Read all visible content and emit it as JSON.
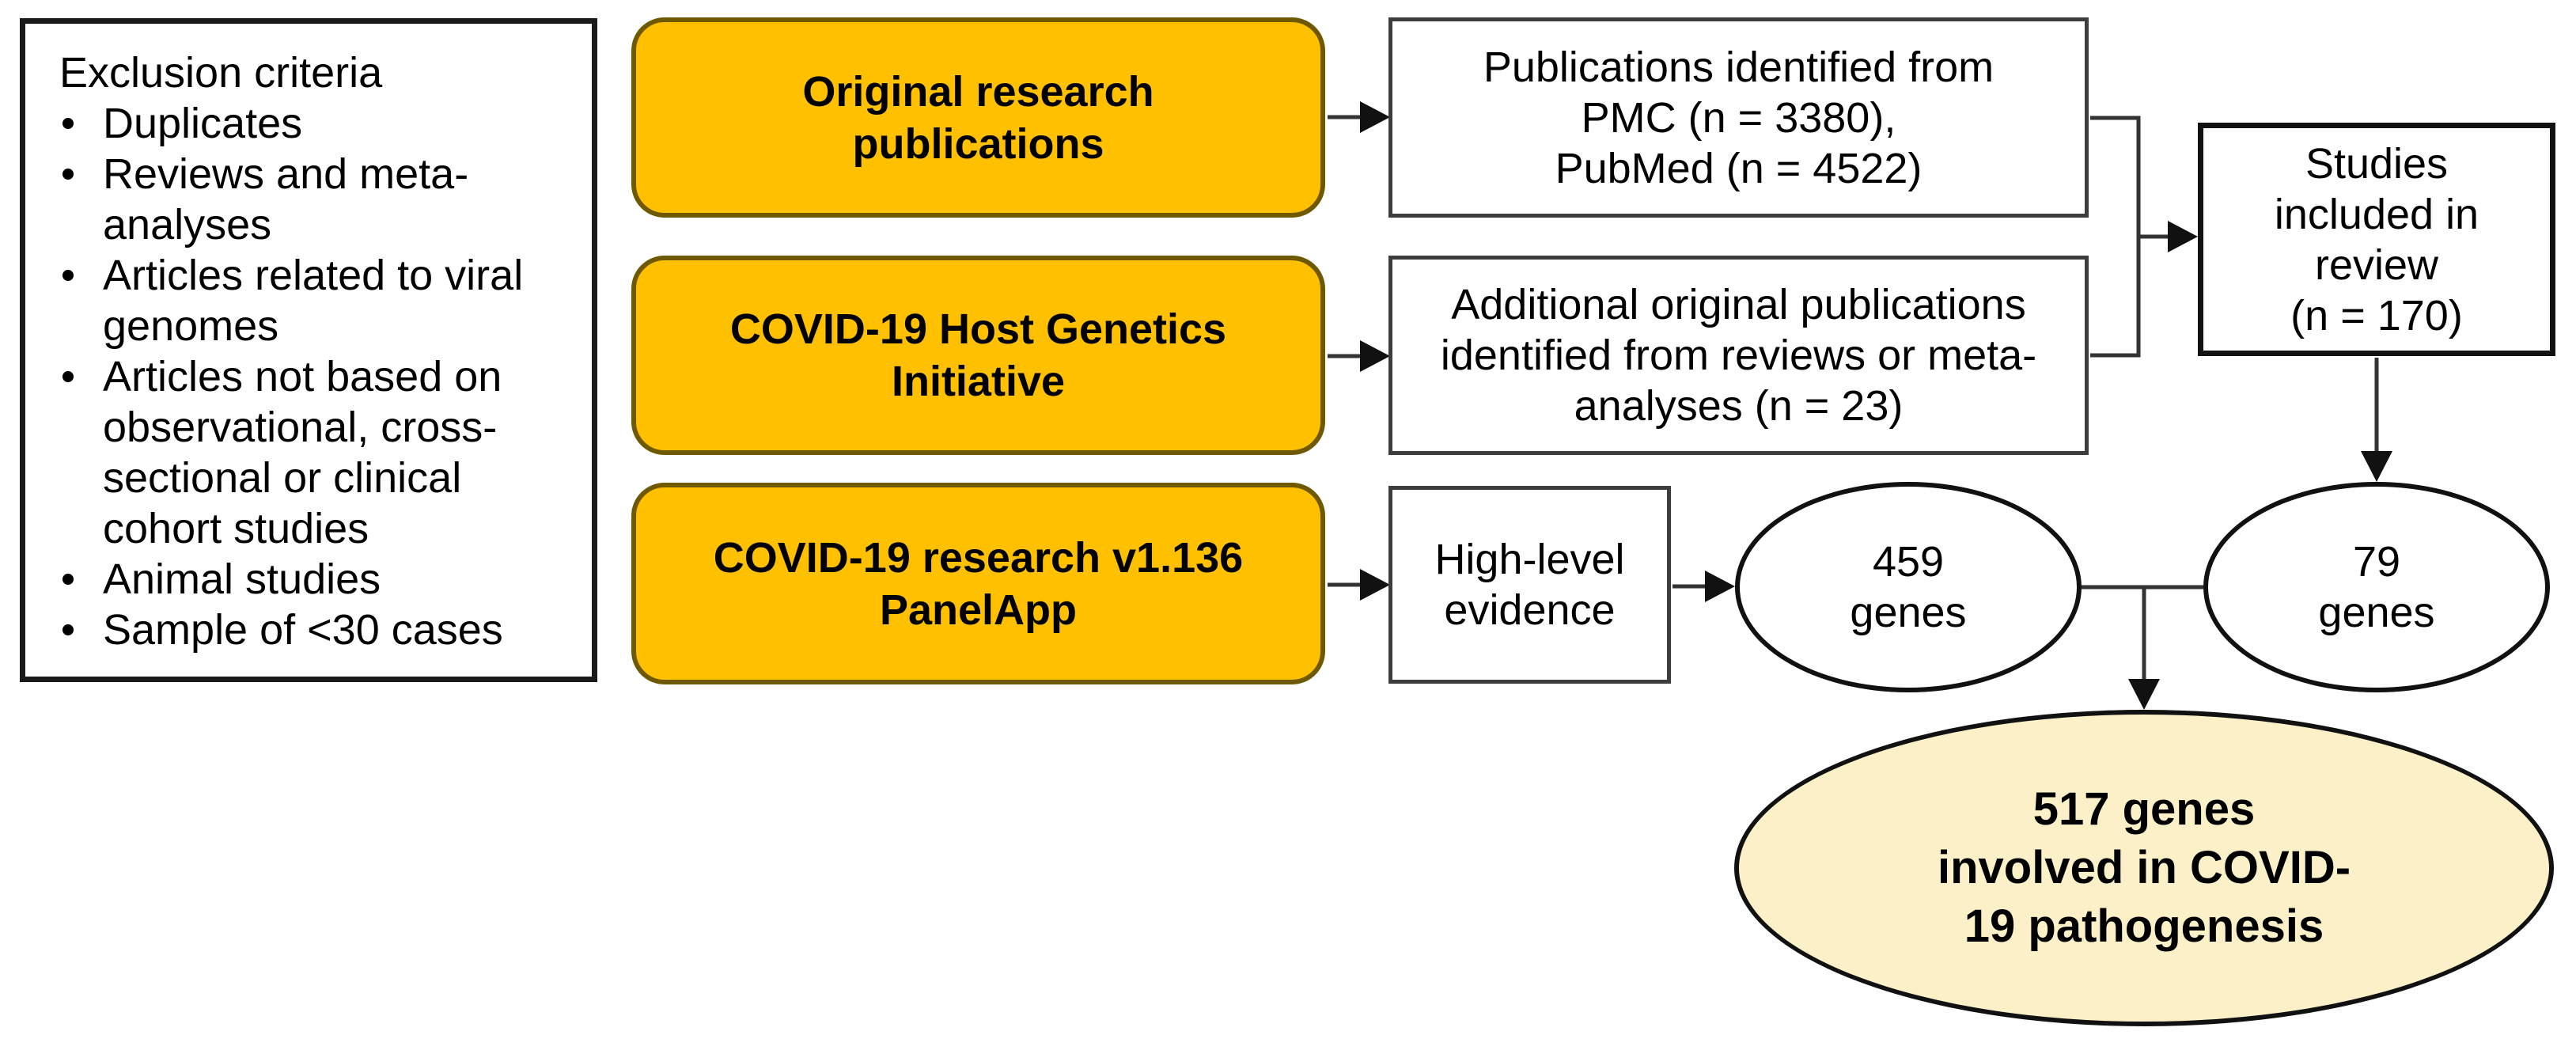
{
  "exclusion": {
    "title": "Exclusion criteria",
    "items": [
      "Duplicates",
      "Reviews and meta-\nanalyses",
      "Articles related to viral\ngenomes",
      "Articles not based on\nobservational, cross-\nsectional or clinical\ncohort studies",
      "Animal studies",
      "Sample of <30 cases"
    ]
  },
  "sources": {
    "original_research": "Original research\npublications",
    "host_genetics": "COVID-19 Host Genetics\nInitiative",
    "panelapp": "COVID-19 research v1.136\nPanelApp"
  },
  "identified": {
    "databases": "Publications identified from\nPMC (n = 3380),\nPubMed (n = 4522)",
    "additional": "Additional original publications\nidentified from reviews or meta-\nanalyses (n = 23)",
    "high_level": "High-level\nevidence"
  },
  "included": {
    "studies": "Studies\nincluded in\nreview\n(n = 170)"
  },
  "genes": {
    "panelapp_count": "459\ngenes",
    "review_count": "79\ngenes",
    "final": "517 genes\ninvolved in COVID-\n19 pathogenesis"
  },
  "colors": {
    "source_fill": "#FFC000",
    "source_border": "#6E5800",
    "final_fill": "#FBF0C8",
    "line": "#333333"
  }
}
